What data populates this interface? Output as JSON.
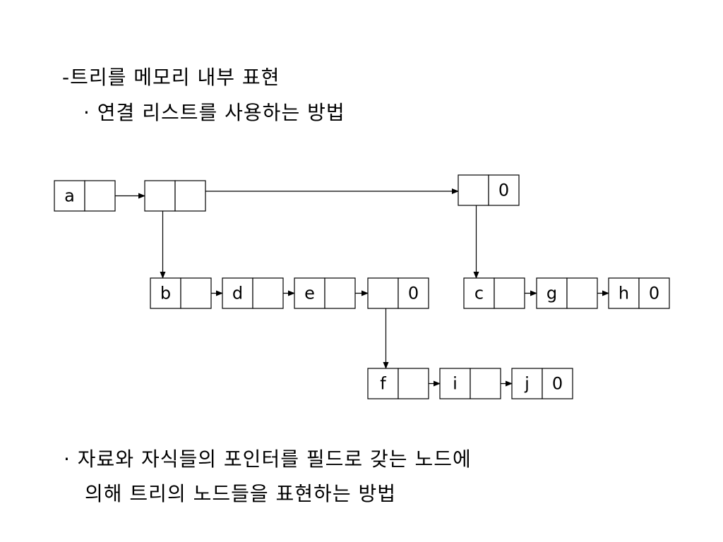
{
  "heading": "-트리를 메모리 내부 표현",
  "subheading": "· 연결 리스트를 사용하는 방법",
  "description": {
    "line1": "· 자료와 자식들의 포인터를 필드로 갖는 노드에",
    "line2": "의해 트리의 노드들을 표현하는 방법"
  },
  "diagram": {
    "nodes": [
      {
        "id": "n-a",
        "data": "a",
        "link": ""
      },
      {
        "id": "n-list",
        "data": "",
        "link": ""
      },
      {
        "id": "n-c-list",
        "data": "",
        "link": "0"
      },
      {
        "id": "n-b",
        "data": "b",
        "link": ""
      },
      {
        "id": "n-d",
        "data": "d",
        "link": ""
      },
      {
        "id": "n-e",
        "data": "e",
        "link": ""
      },
      {
        "id": "n-f-list",
        "data": "",
        "link": "0"
      },
      {
        "id": "n-c",
        "data": "c",
        "link": ""
      },
      {
        "id": "n-g",
        "data": "g",
        "link": ""
      },
      {
        "id": "n-h",
        "data": "h",
        "link": "0"
      },
      {
        "id": "n-f",
        "data": "f",
        "link": ""
      },
      {
        "id": "n-i",
        "data": "i",
        "link": ""
      },
      {
        "id": "n-j",
        "data": "j",
        "link": "0"
      }
    ]
  }
}
